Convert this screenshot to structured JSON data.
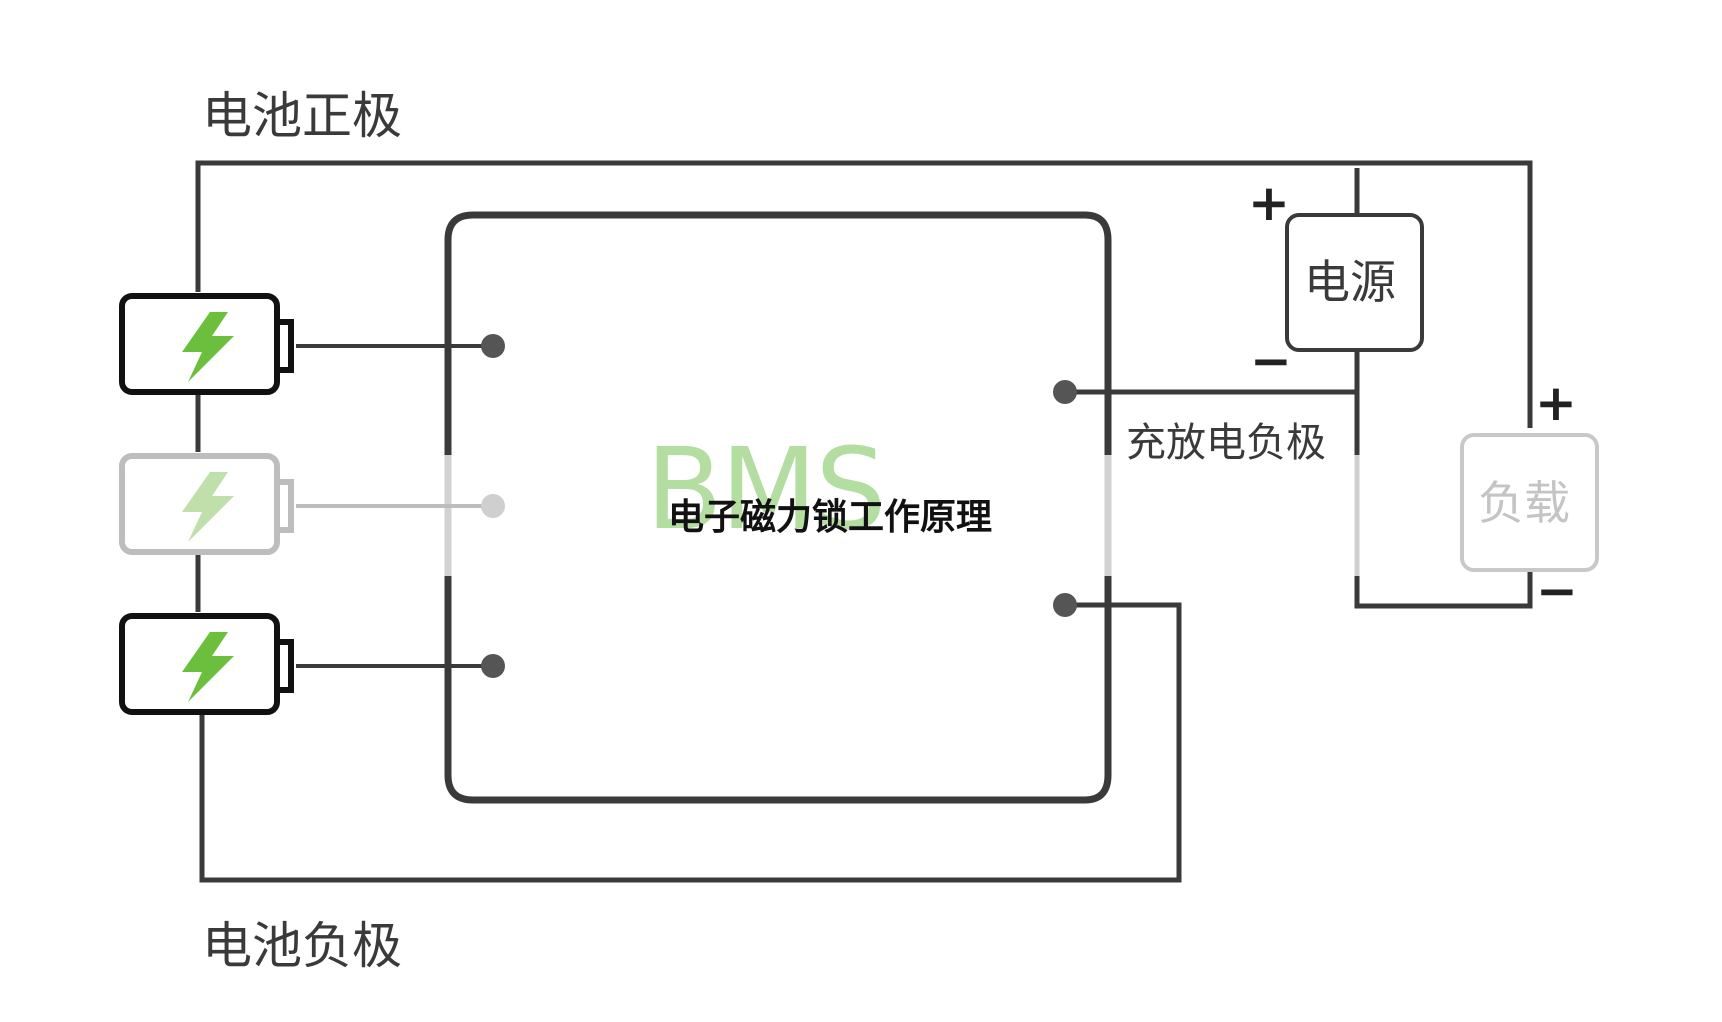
{
  "labels": {
    "battery_positive": "电池正极",
    "battery_negative": "电池负极",
    "charge_discharge_negative": "充放电负极",
    "power_supply": "电源",
    "load": "负载",
    "bms": "BMS",
    "overlay_title": "电子磁力锁工作原理"
  },
  "signs": {
    "psu_plus": "+",
    "psu_minus": "−",
    "load_plus": "+",
    "load_minus": "−"
  },
  "colors": {
    "wire": "#3a3a3a",
    "wire_faded": "#bdbdbd",
    "bolt": "#6cbf3c",
    "bolt_faded": "#bfe0ab",
    "bms_text": "#b4dea1"
  }
}
